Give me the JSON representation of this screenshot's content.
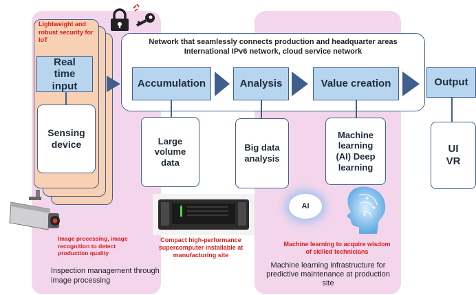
{
  "network": {
    "line1": "Network that seamlessly connects production and headquarter areas",
    "line2": "International IPv6 network, cloud service network"
  },
  "security_note": "Lightweight and robust security for IoT",
  "stages": {
    "real_time_input": "Real time input",
    "accumulation": "Accumulation",
    "analysis": "Analysis",
    "value_creation": "Value creation",
    "output": "Output"
  },
  "details": {
    "sensing_device": "Sensing device",
    "large_volume_data": "Large volume data",
    "big_data_analysis": "Big data analysis",
    "machine_learning": "Machine learning (AI) Deep learning",
    "ui_vr": "UI VR"
  },
  "ai_badge": "AI",
  "captions": {
    "image_processing_red": "Image processing, image recognition to detect production quality",
    "inspection": "Inspection management through image processing",
    "supercomputer": "Compact high-performance supercomputer installable at manufacturing site",
    "ml_skilled": "Machine learning to acquire wisdom of skilled technicians",
    "ml_infrastructure": "Machine learning infrastructure for predictive maintenance at production site"
  },
  "colors": {
    "pink_panel": "#f4d6ec",
    "peach_card": "#f8d0b4",
    "stage_blue": "#b7d5ee",
    "arrow_navy": "#3f5f8f",
    "caption_red": "#d81b1b"
  },
  "icons": [
    "lock-icon",
    "key-icon",
    "camera-icon",
    "server-icon",
    "ai-head-icon"
  ]
}
